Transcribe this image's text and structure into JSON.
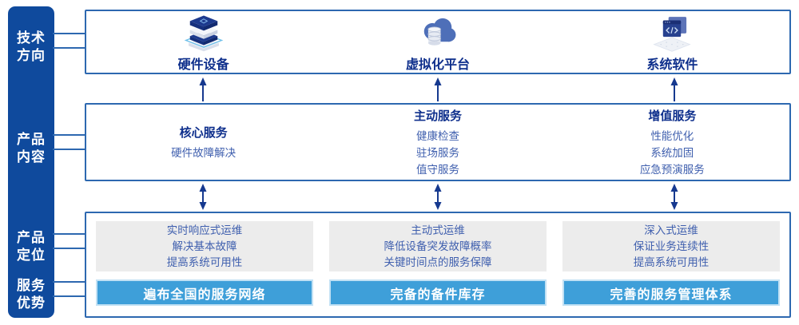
{
  "colors": {
    "sidebar_blue": "#0f4a9d",
    "box_border_blue": "#2d68b0",
    "title_navy": "#0e2f8c",
    "body_blue": "#3f5fae",
    "bar_sky_blue": "#3e9fd9",
    "gray_card": "#ececec",
    "arrow_navy": "#16398f"
  },
  "sidebar": {
    "labels": [
      {
        "line1": "技术",
        "line2": "方向"
      },
      {
        "line1": "产品",
        "line2": "内容"
      },
      {
        "line1": "产品",
        "line2": "定位"
      },
      {
        "line1": "服务",
        "line2": "优势"
      }
    ]
  },
  "tech_row": {
    "items": [
      {
        "icon": "server-stack-icon",
        "label": "硬件设备"
      },
      {
        "icon": "cloud-database-icon",
        "label": "虚拟化平台"
      },
      {
        "icon": "code-window-icon",
        "label": "系统软件"
      }
    ]
  },
  "content_row": {
    "items": [
      {
        "title": "核心服务",
        "lines": [
          "硬件故障解决"
        ]
      },
      {
        "title": "主动服务",
        "lines": [
          "健康检查",
          "驻场服务",
          "值守服务"
        ]
      },
      {
        "title": "增值服务",
        "lines": [
          "性能优化",
          "系统加固",
          "应急预演服务"
        ]
      }
    ]
  },
  "bottom_row": {
    "items": [
      {
        "positioning": [
          "实时响应式运维",
          "解决基本故障",
          "提高系统可用性"
        ],
        "advantage": "遍布全国的服务网络"
      },
      {
        "positioning": [
          "主动式运维",
          "降低设备突发故障概率",
          "关键时间点的服务保障"
        ],
        "advantage": "完备的备件库存"
      },
      {
        "positioning": [
          "深入式运维",
          "保证业务连续性",
          "提高系统可用性"
        ],
        "advantage": "完善的服务管理体系"
      }
    ]
  }
}
